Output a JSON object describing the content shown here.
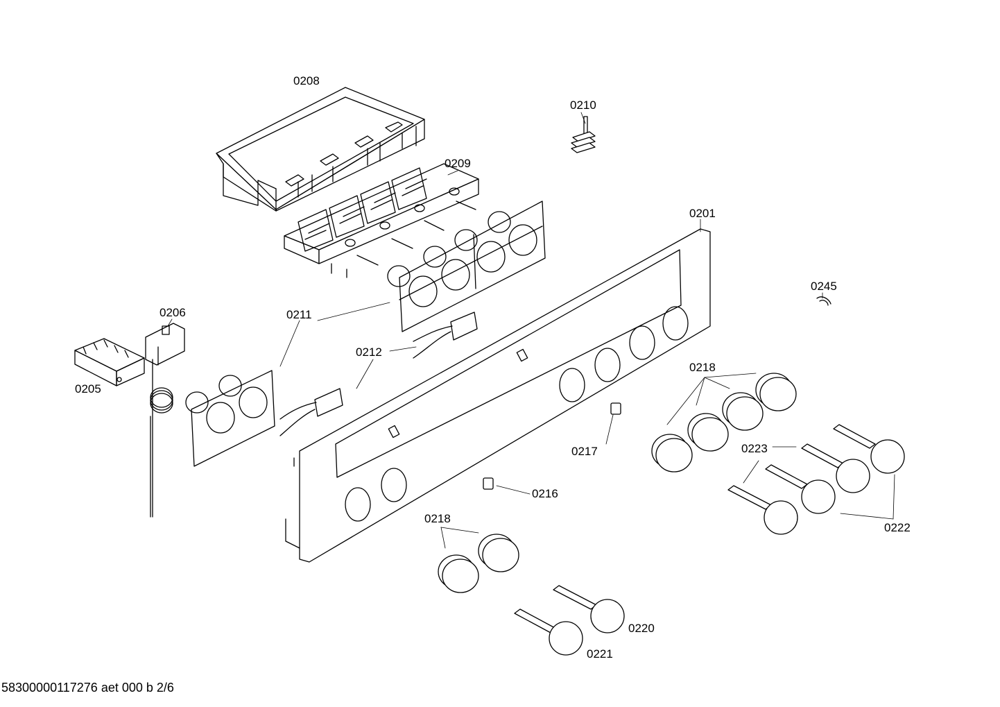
{
  "callouts": {
    "p0208": "0208",
    "p0210": "0210",
    "p0209": "0209",
    "p0201": "0201",
    "p0245": "0245",
    "p0206": "0206",
    "p0211": "0211",
    "p0212": "0212",
    "p0205": "0205",
    "p0218_right": "0218",
    "p0223": "0223",
    "p0217": "0217",
    "p0216": "0216",
    "p0218_left": "0218",
    "p0222": "0222",
    "p0220": "0220",
    "p0221": "0221"
  },
  "footer": "58300000117276 aet 000 b 2/6"
}
